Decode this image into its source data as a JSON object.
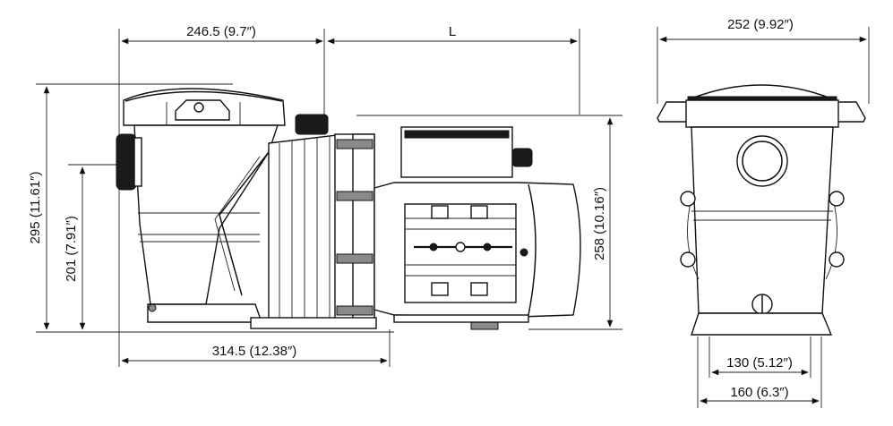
{
  "dimensions": {
    "top_left_width": "246.5 (9.7″)",
    "motor_length": "L",
    "end_width": "252 (9.92″)",
    "total_height": "295 (11.61″)",
    "inlet_height": "201 (7.91″)",
    "motor_height": "258 (10.16″)",
    "base_length": "314.5 (12.38″)",
    "foot_inner": "130 (5.12″)",
    "foot_outer": "160 (6.3″)"
  }
}
